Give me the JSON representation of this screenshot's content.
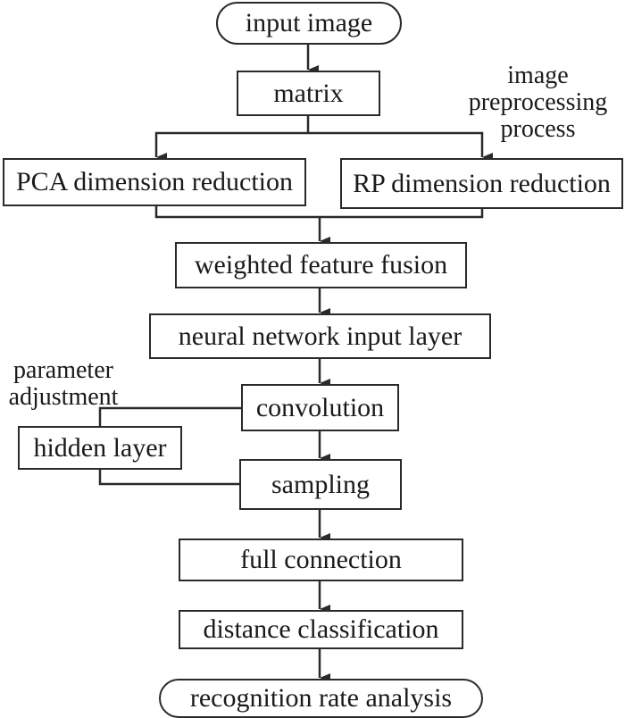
{
  "diagram": {
    "type": "flowchart",
    "nodes": {
      "input_image": "input image",
      "matrix": "matrix",
      "pca": "PCA dimension reduction",
      "rp": "RP dimension reduction",
      "fusion": "weighted feature fusion",
      "nn_input": "neural network input layer",
      "convolution": "convolution",
      "hidden_layer": "hidden layer",
      "sampling": "sampling",
      "full_connection": "full connection",
      "distance": "distance classification",
      "recognition": "recognition rate analysis"
    },
    "annotations": {
      "preprocessing_line1": "image",
      "preprocessing_line2": "preprocessing",
      "preprocessing_line3": "process",
      "param_line1": "parameter",
      "param_line2": "adjustment"
    },
    "edges": [
      [
        "input image",
        "matrix"
      ],
      [
        "matrix",
        "PCA dimension reduction"
      ],
      [
        "matrix",
        "RP dimension reduction"
      ],
      [
        "PCA dimension reduction",
        "weighted feature fusion"
      ],
      [
        "RP dimension reduction",
        "weighted feature fusion"
      ],
      [
        "weighted feature fusion",
        "neural network input layer"
      ],
      [
        "neural network input layer",
        "convolution"
      ],
      [
        "convolution",
        "hidden layer"
      ],
      [
        "hidden layer",
        "sampling"
      ],
      [
        "convolution",
        "sampling"
      ],
      [
        "sampling",
        "full connection"
      ],
      [
        "full connection",
        "distance classification"
      ],
      [
        "distance classification",
        "recognition rate analysis"
      ]
    ]
  }
}
